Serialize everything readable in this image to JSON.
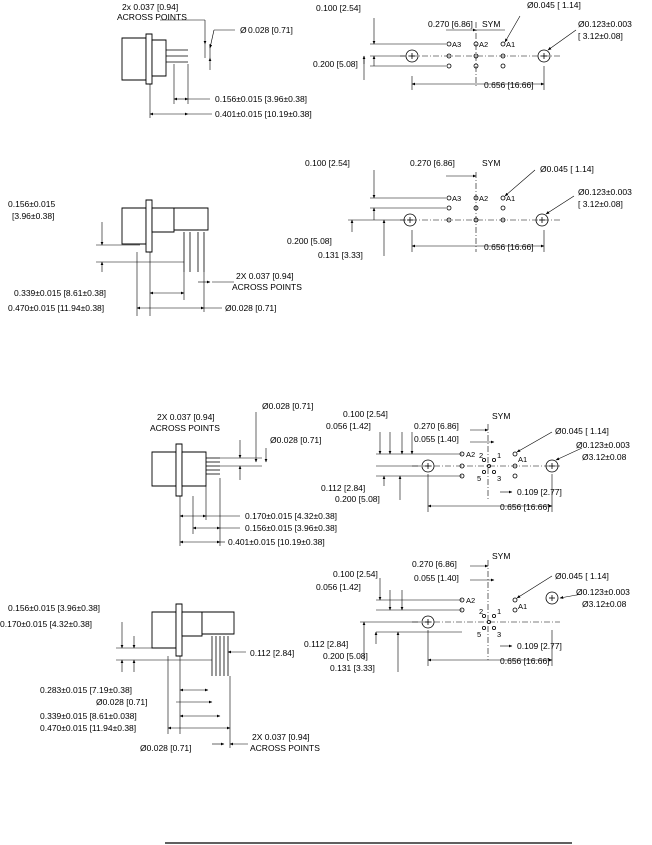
{
  "views": {
    "v1": {
      "side": {
        "pins_across": "2x 0.037 [0.94]",
        "across_points": "ACROSS POINTS",
        "pin_dia": "0.028 [0.71]",
        "dim_a": "0.156±0.015 [3.96±0.38]",
        "dim_b": "0.401±0.015 [10.19±0.38]"
      },
      "pcb": {
        "pitch": "0.100 [2.54]",
        "row_offset": "0.200 [5.08]",
        "sym_offset": "0.270 [6.86]",
        "csym": "SYM",
        "hole_dia": "0.045 [ 1.14]",
        "mount_dia_1": "0.123±0.003",
        "mount_dia_2": "[ 3.12±0.08]",
        "mount_span": "0.656 [16.66]",
        "labels": [
          "A3",
          "A2",
          "A1"
        ]
      }
    },
    "v2": {
      "side": {
        "dim_a_1": "0.156±0.015",
        "dim_a_2": "[3.96±0.38]",
        "pins_across": "2X 0.037 [0.94]",
        "across_points": "ACROSS POINTS",
        "dim_b": "0.339±0.015 [8.61±0.38]",
        "dim_c": "0.470±0.015 [11.94±0.38]",
        "pin_dia": "0.028 [0.71]"
      },
      "pcb": {
        "pitch": "0.100 [2.54]",
        "sym_offset": "0.270 [6.86]",
        "csym": "SYM",
        "hole_dia": "0.045 [ 1.14]",
        "mount_dia_1": "0.123±0.003",
        "mount_dia_2": "[ 3.12±0.08]",
        "row_offset": "0.200 [5.08]",
        "row_offset2": "0.131 [3.33]",
        "mount_span": "0.656 [16.66]",
        "labels": [
          "A3",
          "A2",
          "A1"
        ]
      }
    },
    "v3": {
      "side": {
        "pins_across": "2X 0.037 [0.94]",
        "across_points": "ACROSS POINTS",
        "pin_dia_1": "0.028 [0.71]",
        "pin_dia_2": "0.028 [0.71]",
        "dim_a": "0.170±0.015 [4.32±0.38]",
        "dim_b": "0.156±0.015 [3.96±0.38]",
        "dim_c": "0.401±0.015 [10.19±0.38]"
      },
      "pcb": {
        "pitch": "0.100 [2.54]",
        "pitch2": "0.056 [1.42]",
        "sym_offset": "0.270 [6.86]",
        "csym": "SYM",
        "inner": "0.055 [1.40]",
        "hole_dia": "0.045 [ 1.14]",
        "mount_dia_1": "0.123±0.003",
        "mount_dia_2": "3.12±0.08",
        "row_a": "0.112 [2.84]",
        "row_b": "0.200 [5.08]",
        "right": "0.109 [2.77]",
        "mount_span": "0.656 [16.66]",
        "labels": [
          "A2",
          "A1",
          "2",
          "1",
          "5",
          "3"
        ]
      }
    },
    "v4": {
      "side": {
        "dim_a": "0.156±0.015 [3.96±0.38]",
        "dim_b": "0.170±0.015 [4.32±0.38]",
        "dim_pin": "0.112 [2.84]",
        "dim_c": "0.283±0.015 [7.19±0.38]",
        "pin_dia": "0.028 [0.71]",
        "dim_d": "0.339±0.015 [8.61±0.038]",
        "dim_e": "0.470±0.015 [11.94±0.38]",
        "pins_across": "2X 0.037 [0.94]",
        "across_points": "ACROSS POINTS",
        "pin_dia_2": "0.028 [0.71]"
      },
      "pcb": {
        "sym_offset": "0.270 [6.86]",
        "csym": "SYM",
        "pitch": "0.100 [2.54]",
        "inner": "0.055 [1.40]",
        "pitch2": "0.056 [1.42]",
        "hole_dia": "0.045 [ 1.14]",
        "mount_dia_1": "0.123±0.003",
        "mount_dia_2": "3.12±0.08",
        "row_a": "0.112 [2.84]",
        "row_b": "0.200 [5.08]",
        "row_c": "0.131 [3.33]",
        "right": "0.109 [2.77]",
        "mount_span": "0.656 [16.66]",
        "labels": [
          "A2",
          "A1",
          "2",
          "1",
          "5",
          "3"
        ]
      }
    }
  }
}
